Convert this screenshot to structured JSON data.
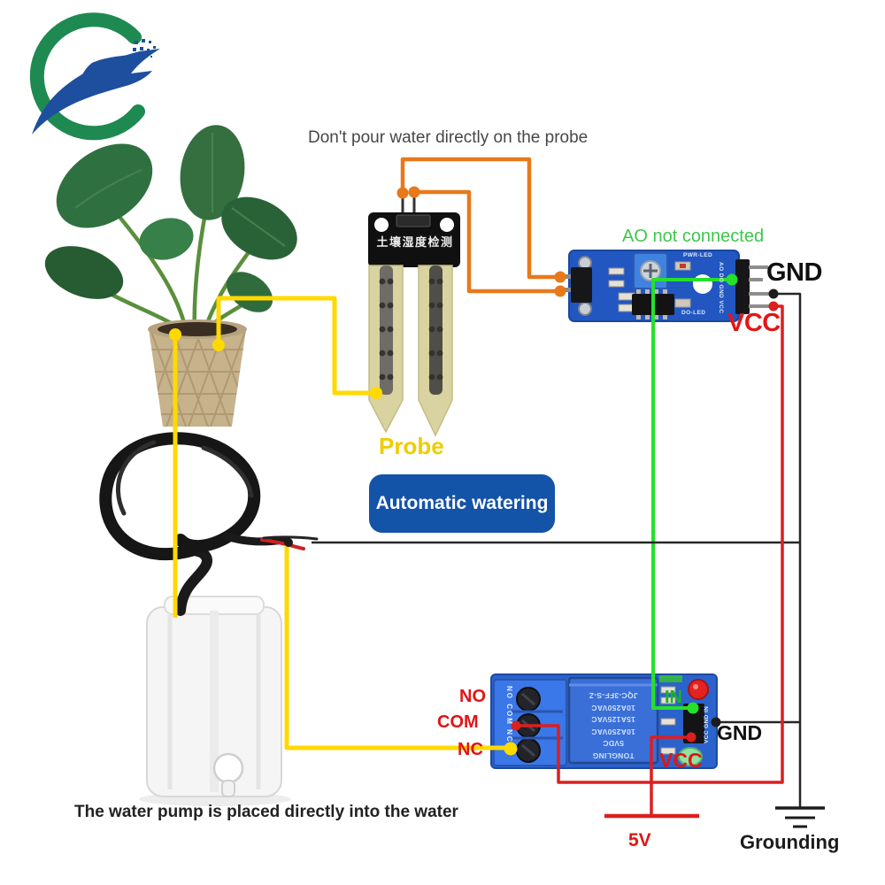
{
  "labels": {
    "top_note": "Don't pour water directly on the probe",
    "ao_note": "AO not connected",
    "gnd_top": "GND",
    "vcc_top": "VCC",
    "probe": "Probe",
    "auto_watering": "Automatic watering",
    "relay_no": "NO",
    "relay_com": "COM",
    "relay_nc": "NC",
    "relay_in": "IN",
    "gnd_bottom": "GND",
    "vcc_bottom": "VCC",
    "supply_5v": "5V",
    "grounding": "Grounding",
    "bottom_note": "The water pump is placed directly into the water"
  },
  "sensor": {
    "silkscreen": "土壤湿度检测"
  },
  "comparator": {
    "pwr_led": "PWR-LED",
    "do_led": "DO-LED",
    "pin_labels": "AO DO GND VCC"
  },
  "relay": {
    "terminal_labels": "NO COM NC",
    "pin_labels": "VCC GND IN",
    "cube_lines": [
      "JQC-3FF-S-Z",
      "10A250VAC",
      "15A125VAC",
      "10A250VAC",
      "5VDC",
      "TONGLING"
    ]
  },
  "colors": {
    "wire_orange": "#e8791b",
    "wire_yellow": "#ffd900",
    "wire_green": "#26e02a",
    "wire_red": "#dc1f1f",
    "wire_black": "#262626",
    "board_blue": "#2257c2",
    "button_blue": "#1353a8",
    "logo_green": "#1e8a52",
    "logo_blue": "#1d4f9e"
  }
}
